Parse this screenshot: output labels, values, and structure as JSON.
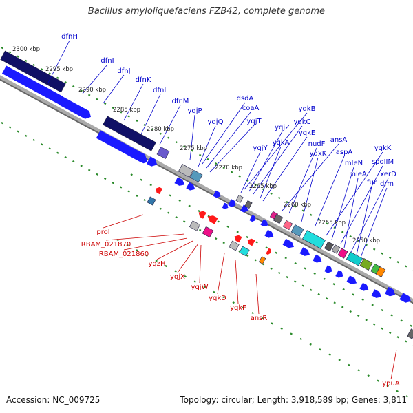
{
  "title": "Bacillus amyloliquefaciens FZB42, complete genome",
  "accession": "Accession: NC_009725",
  "topology": "Topology: circular; Length: 3,918,589 bp; Genes: 3,811",
  "colors": {
    "forward_label": "#0000cc",
    "reverse_label": "#cc0000",
    "tick": "#2a8a2a",
    "backbone": "#777777",
    "cds_forward": "#1a1aff",
    "cds_reverse": "#ff1a1a"
  },
  "scale_labels": [
    {
      "text": "2300 kbp"
    },
    {
      "text": "2295 kbp"
    },
    {
      "text": "2290 kbp"
    },
    {
      "text": "2285 kbp"
    },
    {
      "text": "2280 kbp"
    },
    {
      "text": "2275 kbp"
    },
    {
      "text": "2270 kbp"
    },
    {
      "text": "2265 kbp"
    },
    {
      "text": "2260 kbp"
    },
    {
      "text": "2255 kbp"
    },
    {
      "text": "2250 kbp"
    }
  ],
  "forward_genes": [
    {
      "name": "dfnH"
    },
    {
      "name": "dfnI"
    },
    {
      "name": "dfnJ"
    },
    {
      "name": "dfnK"
    },
    {
      "name": "dfnL"
    },
    {
      "name": "dfnM"
    },
    {
      "name": "yqjP"
    },
    {
      "name": "yqjQ"
    },
    {
      "name": "dsdA"
    },
    {
      "name": "coaA"
    },
    {
      "name": "yqjT"
    },
    {
      "name": "yqkB"
    },
    {
      "name": "yqjZ"
    },
    {
      "name": "yqkC"
    },
    {
      "name": "yqjY"
    },
    {
      "name": "yqkA"
    },
    {
      "name": "yqkE"
    },
    {
      "name": "ansA"
    },
    {
      "name": "nudF"
    },
    {
      "name": "yqxK"
    },
    {
      "name": "aspA"
    },
    {
      "name": "yqkK"
    },
    {
      "name": "mleN"
    },
    {
      "name": "spoIIM"
    },
    {
      "name": "mleA"
    },
    {
      "name": "xerD"
    },
    {
      "name": "fur"
    },
    {
      "name": "drm"
    }
  ],
  "reverse_genes": [
    {
      "name": "proI"
    },
    {
      "name": "RBAM_021870"
    },
    {
      "name": "RBAM_021860"
    },
    {
      "name": "yqzH"
    },
    {
      "name": "yqjX"
    },
    {
      "name": "yqjW"
    },
    {
      "name": "yqkD"
    },
    {
      "name": "yqkF"
    },
    {
      "name": "ansR"
    },
    {
      "name": "ypuA"
    }
  ]
}
